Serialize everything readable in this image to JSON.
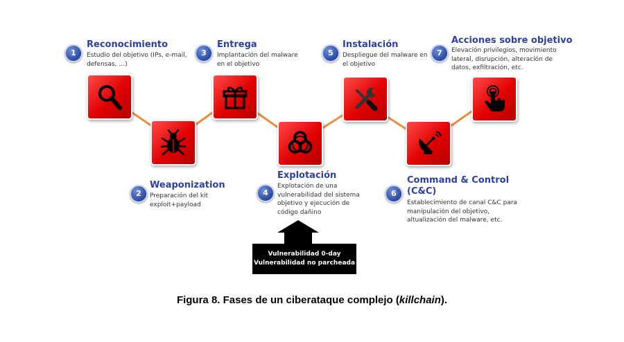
{
  "steps": [
    {
      "number": "1",
      "title": "Reconocimiento",
      "desc": [
        "Estudio del objetivo (IPs, e-mail,",
        "defensas, …)"
      ],
      "icon": "magnifier-icon"
    },
    {
      "number": "2",
      "title": "Weaponization",
      "desc": [
        "Preparación del kit",
        "exploit+payload"
      ],
      "icon": "bug-icon"
    },
    {
      "number": "3",
      "title": "Entrega",
      "desc": [
        "Implantación del malware",
        "en el objetivo"
      ],
      "icon": "gift-icon"
    },
    {
      "number": "4",
      "title": "Explotación",
      "desc": [
        "Explotación de una",
        "vulnerabilidad del sistema",
        "objetivo y ejecución de",
        "código dañino"
      ],
      "icon": "biohazard-icon"
    },
    {
      "number": "5",
      "title": "Instalación",
      "desc": [
        "Despliegue del malware en",
        "el objetivo"
      ],
      "icon": "tools-icon"
    },
    {
      "number": "6",
      "title": "Command & Control",
      "title2": "(C&C)",
      "desc": [
        "Establecimiento de canal C&C para",
        "manipulación del objetivo,",
        "altualización del malware, etc."
      ],
      "icon": "satellite-dish-icon"
    },
    {
      "number": "7",
      "title": "Acciones sobre objetivo",
      "desc": [
        "Elevación privilegios, movimiento",
        "lateral, disrupción, alteración de",
        "datos,  exfiltración, etc."
      ],
      "icon": "hand-pointer-icon"
    }
  ],
  "callout": [
    "Vulnerabilidad 0-day",
    "Vulnerabilidad no parcheada"
  ],
  "caption": {
    "prefix": "Figura 8. Fases de un ciberataque complejo (",
    "italic": "killchain",
    "suffix": ")."
  },
  "colors": {
    "box": "#e00000",
    "connector": "#f08a3c",
    "title": "#2b3fa8",
    "badge": "#3a5bb8"
  }
}
